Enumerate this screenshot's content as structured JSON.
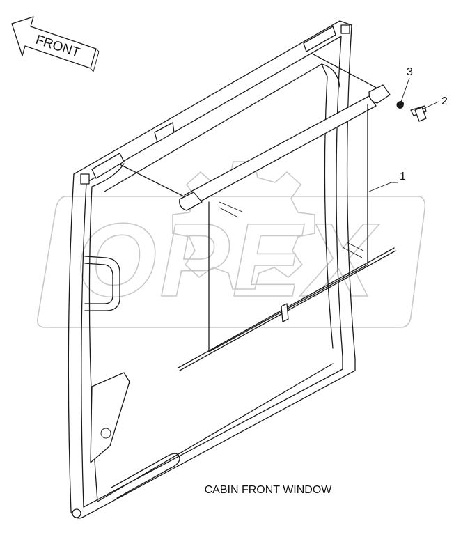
{
  "direction_label": "FRONT",
  "callouts": [
    {
      "id": "callout-1",
      "label": "1"
    },
    {
      "id": "callout-2",
      "label": "2"
    },
    {
      "id": "callout-3",
      "label": "3"
    }
  ],
  "caption": "CABIN FRONT WINDOW",
  "watermark_text": "OPEX",
  "colors": {
    "lines": "#1a1a1a",
    "watermark": "#c9c9c9",
    "background": "#ffffff"
  }
}
